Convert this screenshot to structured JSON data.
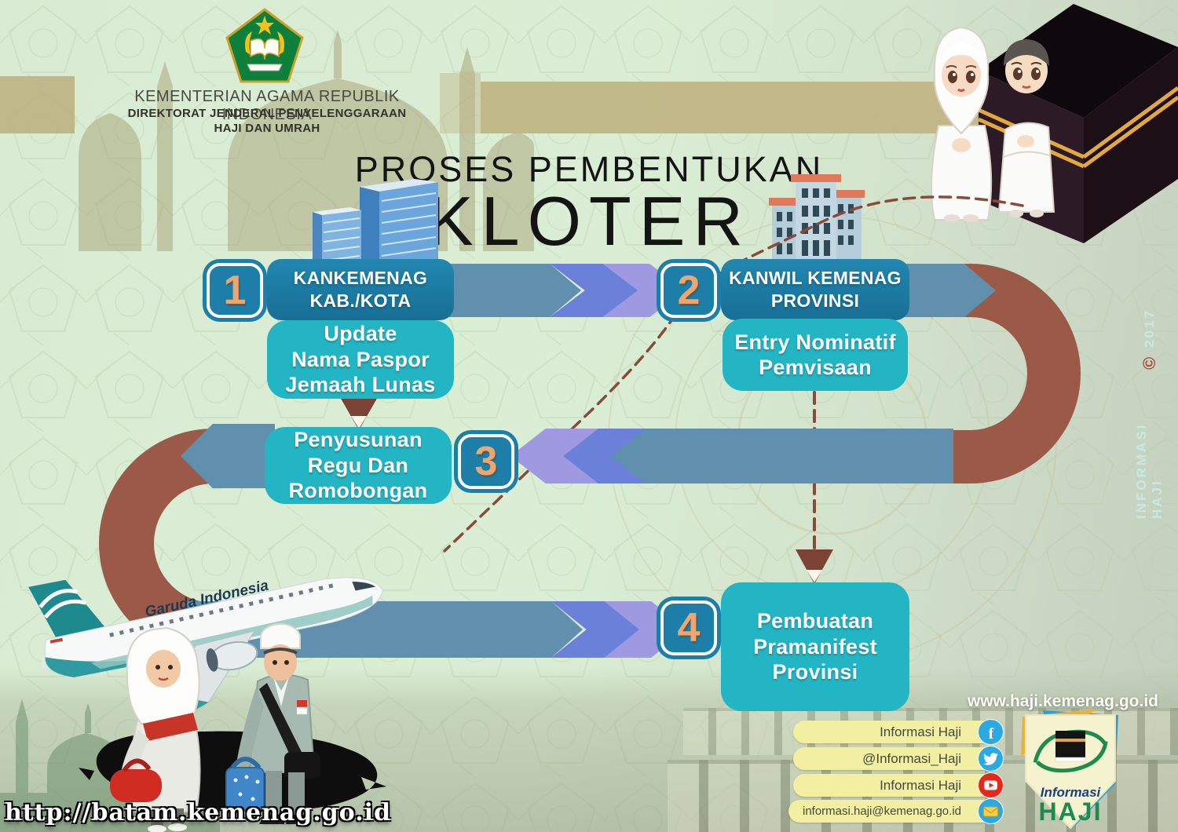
{
  "header": {
    "ministry": "KEMENTERIAN AGAMA REPUBLIK INDONESIA",
    "directorate": "DIREKTORAT JENDERAL PENYELENGGARAAN",
    "directorate2": "HAJI DAN UMRAH"
  },
  "title": {
    "line1": "PROSES PEMBENTUKAN",
    "line2": "KLOTER"
  },
  "steps": [
    {
      "number": "1",
      "title": "KANKEMENAG KAB./KOTA",
      "title_lines": [
        "KANKEMENAG",
        "KAB./KOTA"
      ],
      "detail": "Update Nama Paspor Jemaah Lunas",
      "lines": [
        "Update",
        "Nama Paspor",
        "Jemaah Lunas"
      ]
    },
    {
      "number": "2",
      "title": "KANWIL KEMENAG PROVINSI",
      "title_lines": [
        "KANWIL KEMENAG",
        "PROVINSI"
      ],
      "detail": "Entry Nominatif Pemvisaan",
      "lines": [
        "Entry Nominatif",
        "Pemvisaan"
      ]
    },
    {
      "number": "3",
      "detail": "Penyusunan Regu Dan Romobongan",
      "lines": [
        "Penyusunan",
        "Regu Dan",
        "Romobongan"
      ]
    },
    {
      "number": "4",
      "detail": "Pembuatan Pramanifest Provinsi",
      "lines": [
        "Pembuatan",
        "Pramanifest",
        "Provinsi"
      ]
    }
  ],
  "plane": {
    "airline": "Garuda Indonesia"
  },
  "watermark": {
    "credit": "INFORMASI HAJI",
    "copyright": "©",
    "year": "2017"
  },
  "footer": {
    "website": "www.haji.kemenag.go.id",
    "social": [
      {
        "platform": "facebook",
        "label": "Informasi Haji",
        "glyph": "f"
      },
      {
        "platform": "twitter",
        "label": "@Informasi_Haji"
      },
      {
        "platform": "youtube",
        "label": "Informasi Haji"
      },
      {
        "platform": "email",
        "label": "informasi.haji@kemenag.go.id"
      }
    ],
    "badge": {
      "line1": "Informasi",
      "line2": "HAJI"
    },
    "site_url": "http://batam.kemenag.go.id"
  },
  "colors": {
    "band": "#6090ae",
    "chevron_mid": "#6b80d8",
    "chevron_light": "#9e99e0",
    "box_dark": "#1d7ea8",
    "box_teal": "#23b5c3",
    "number_orange": "#f2a56b",
    "maroon": "#9a5a47",
    "pill_yellow": "#f2efa2",
    "tan_band": "#c0b484"
  }
}
